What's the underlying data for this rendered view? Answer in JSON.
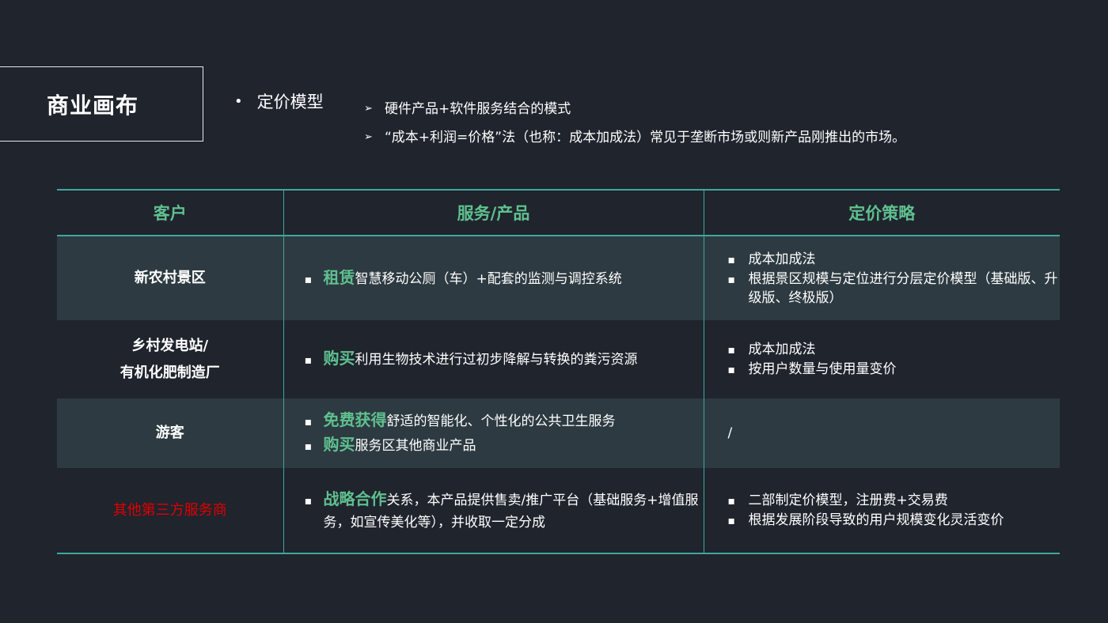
{
  "title": "商业画布",
  "subtitle": "定价模型",
  "bullet": "•",
  "arrow": "➢",
  "notes": [
    "硬件产品+软件服务结合的模式",
    "“成本+利润=价格”法（也称：成本加成法）常见于垄断市场或则新产品刚推出的市场。"
  ],
  "table": {
    "headers": [
      "客户",
      "服务/产品",
      "定价策略"
    ],
    "small_bullet": "▪",
    "rows": [
      {
        "customer": "新农村景区",
        "service_lines": [
          {
            "keyword": "租赁",
            "text": "智慧移动公厕（车）+配套的监测与调控系统"
          }
        ],
        "pricing_lines": [
          "成本加成法",
          "根据景区规模与定位进行分层定价模型（基础版、升级版、终极版）"
        ]
      },
      {
        "customer_line1": "乡村发电站/",
        "customer_line2": "有机化肥制造厂",
        "service_lines": [
          {
            "keyword": "购买",
            "text": "利用生物技术进行过初步降解与转换的粪污资源"
          }
        ],
        "pricing_lines": [
          "成本加成法",
          "按用户数量与使用量变价"
        ]
      },
      {
        "customer": "游客",
        "service_lines": [
          {
            "keyword": "免费获得",
            "text": "舒适的智能化、个性化的公共卫生服务"
          },
          {
            "keyword": "购买",
            "text": "服务区其他商业产品"
          }
        ],
        "pricing_text": "/"
      },
      {
        "customer": "其他第三方服务商",
        "service_lines": [
          {
            "keyword": "战略合作",
            "text": "关系，本产品提供售卖/推广平台（基础服务+增值服务，如宣传美化等），并收取一定分成"
          }
        ],
        "pricing_lines": [
          "二部制定价模型，注册费+交易费",
          "根据发展阶段导致的用户规模变化灵活变价"
        ]
      }
    ]
  }
}
